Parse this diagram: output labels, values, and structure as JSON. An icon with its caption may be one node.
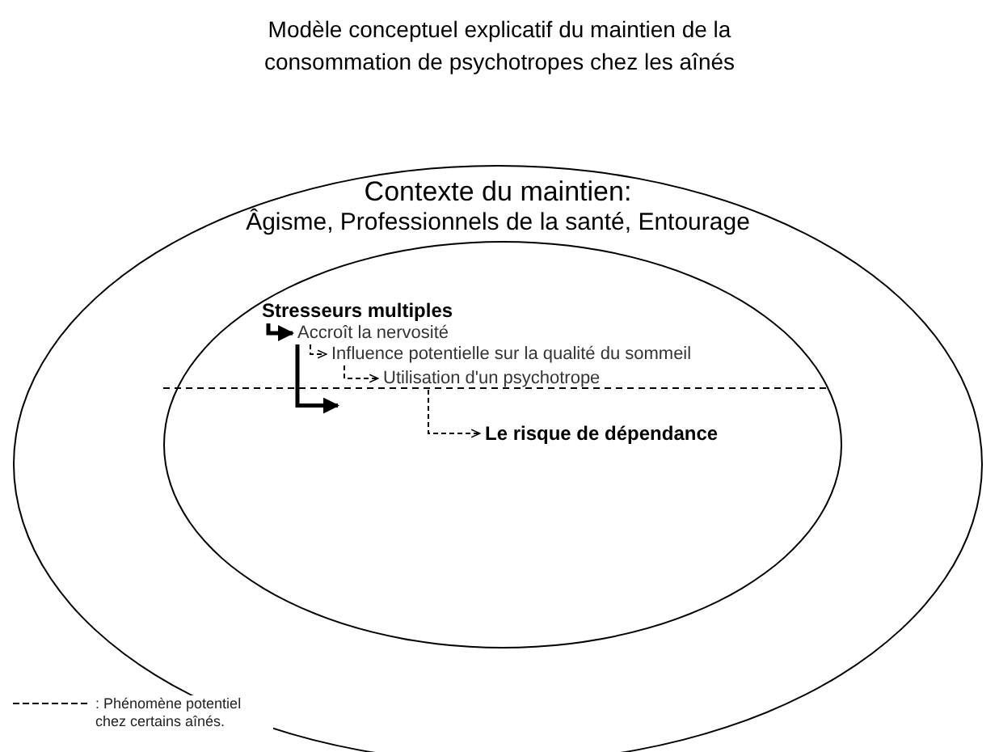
{
  "diagram": {
    "title": "Modèle conceptuel explicatif du maintien de la consommation de psychotropes chez les aînés",
    "nodes": [
      {
        "text": [
          "Contexte du maintien:",
          "Âgisme, Professionnels de la santé, Entourage"
        ]
      },
      {
        "text": [],
        "shape": "ellipse",
        "in": 0
      },
      {
        "text": [
          "Stresseurs multiples"
        ],
        "in": 1
      },
      {
        "text": [
          "Accroît la nervosité"
        ],
        "in": 1
      },
      {
        "text": [
          "Influence potentielle sur la qualité du sommeil"
        ],
        "in": 1
      },
      {
        "text": [
          "Utilisation d'un psychotrope"
        ],
        "in": 1
      },
      {
        "text": [
          "Le risque de dépendance"
        ],
        "in": 1
      }
    ],
    "edges": [
      {
        "from": 2,
        "to": 3,
        "arrow": "to",
        "style": "thick"
      },
      {
        "from": 3,
        "to": 4,
        "arrow": "to",
        "style": "dashed"
      },
      {
        "from": 3,
        "to": 5,
        "arrow": "to",
        "style": "thick"
      },
      {
        "from": 4,
        "to": 5,
        "arrow": "to",
        "style": "dashed"
      },
      {
        "from": 5,
        "to": 6,
        "arrow": "to",
        "style": "dashed"
      }
    ],
    "legend": [
      {
        "text": ": Phénomène potentiel chez certains aînés."
      }
    ]
  }
}
